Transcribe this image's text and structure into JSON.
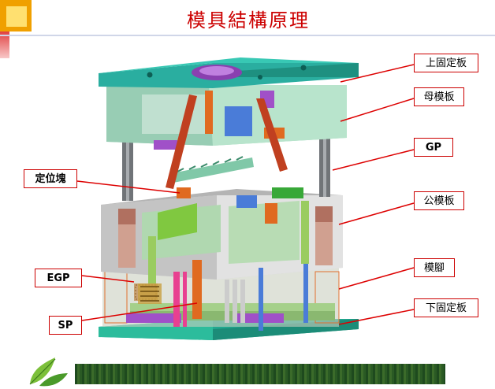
{
  "title": "模具結構原理",
  "labels": {
    "top_clamp_plate": "上固定板",
    "cavity_plate": "母模板",
    "guide_pin": "GP",
    "locating_block": "定位塊",
    "core_plate": "公模板",
    "egp": "EGP",
    "mold_legs": "模腳",
    "sp": "SP",
    "bottom_clamp_plate": "下固定板"
  },
  "colors": {
    "title": "#cc0000",
    "callout_border": "#cc0000",
    "leader_line": "#dd0000",
    "plate_teal": "#2aaea0",
    "plate_light": "#a8dcc4",
    "block_gray": "#c8c8c8",
    "accent_orange": "#e06a20",
    "accent_blue": "#4a7cd8",
    "accent_purple": "#a050c8"
  }
}
